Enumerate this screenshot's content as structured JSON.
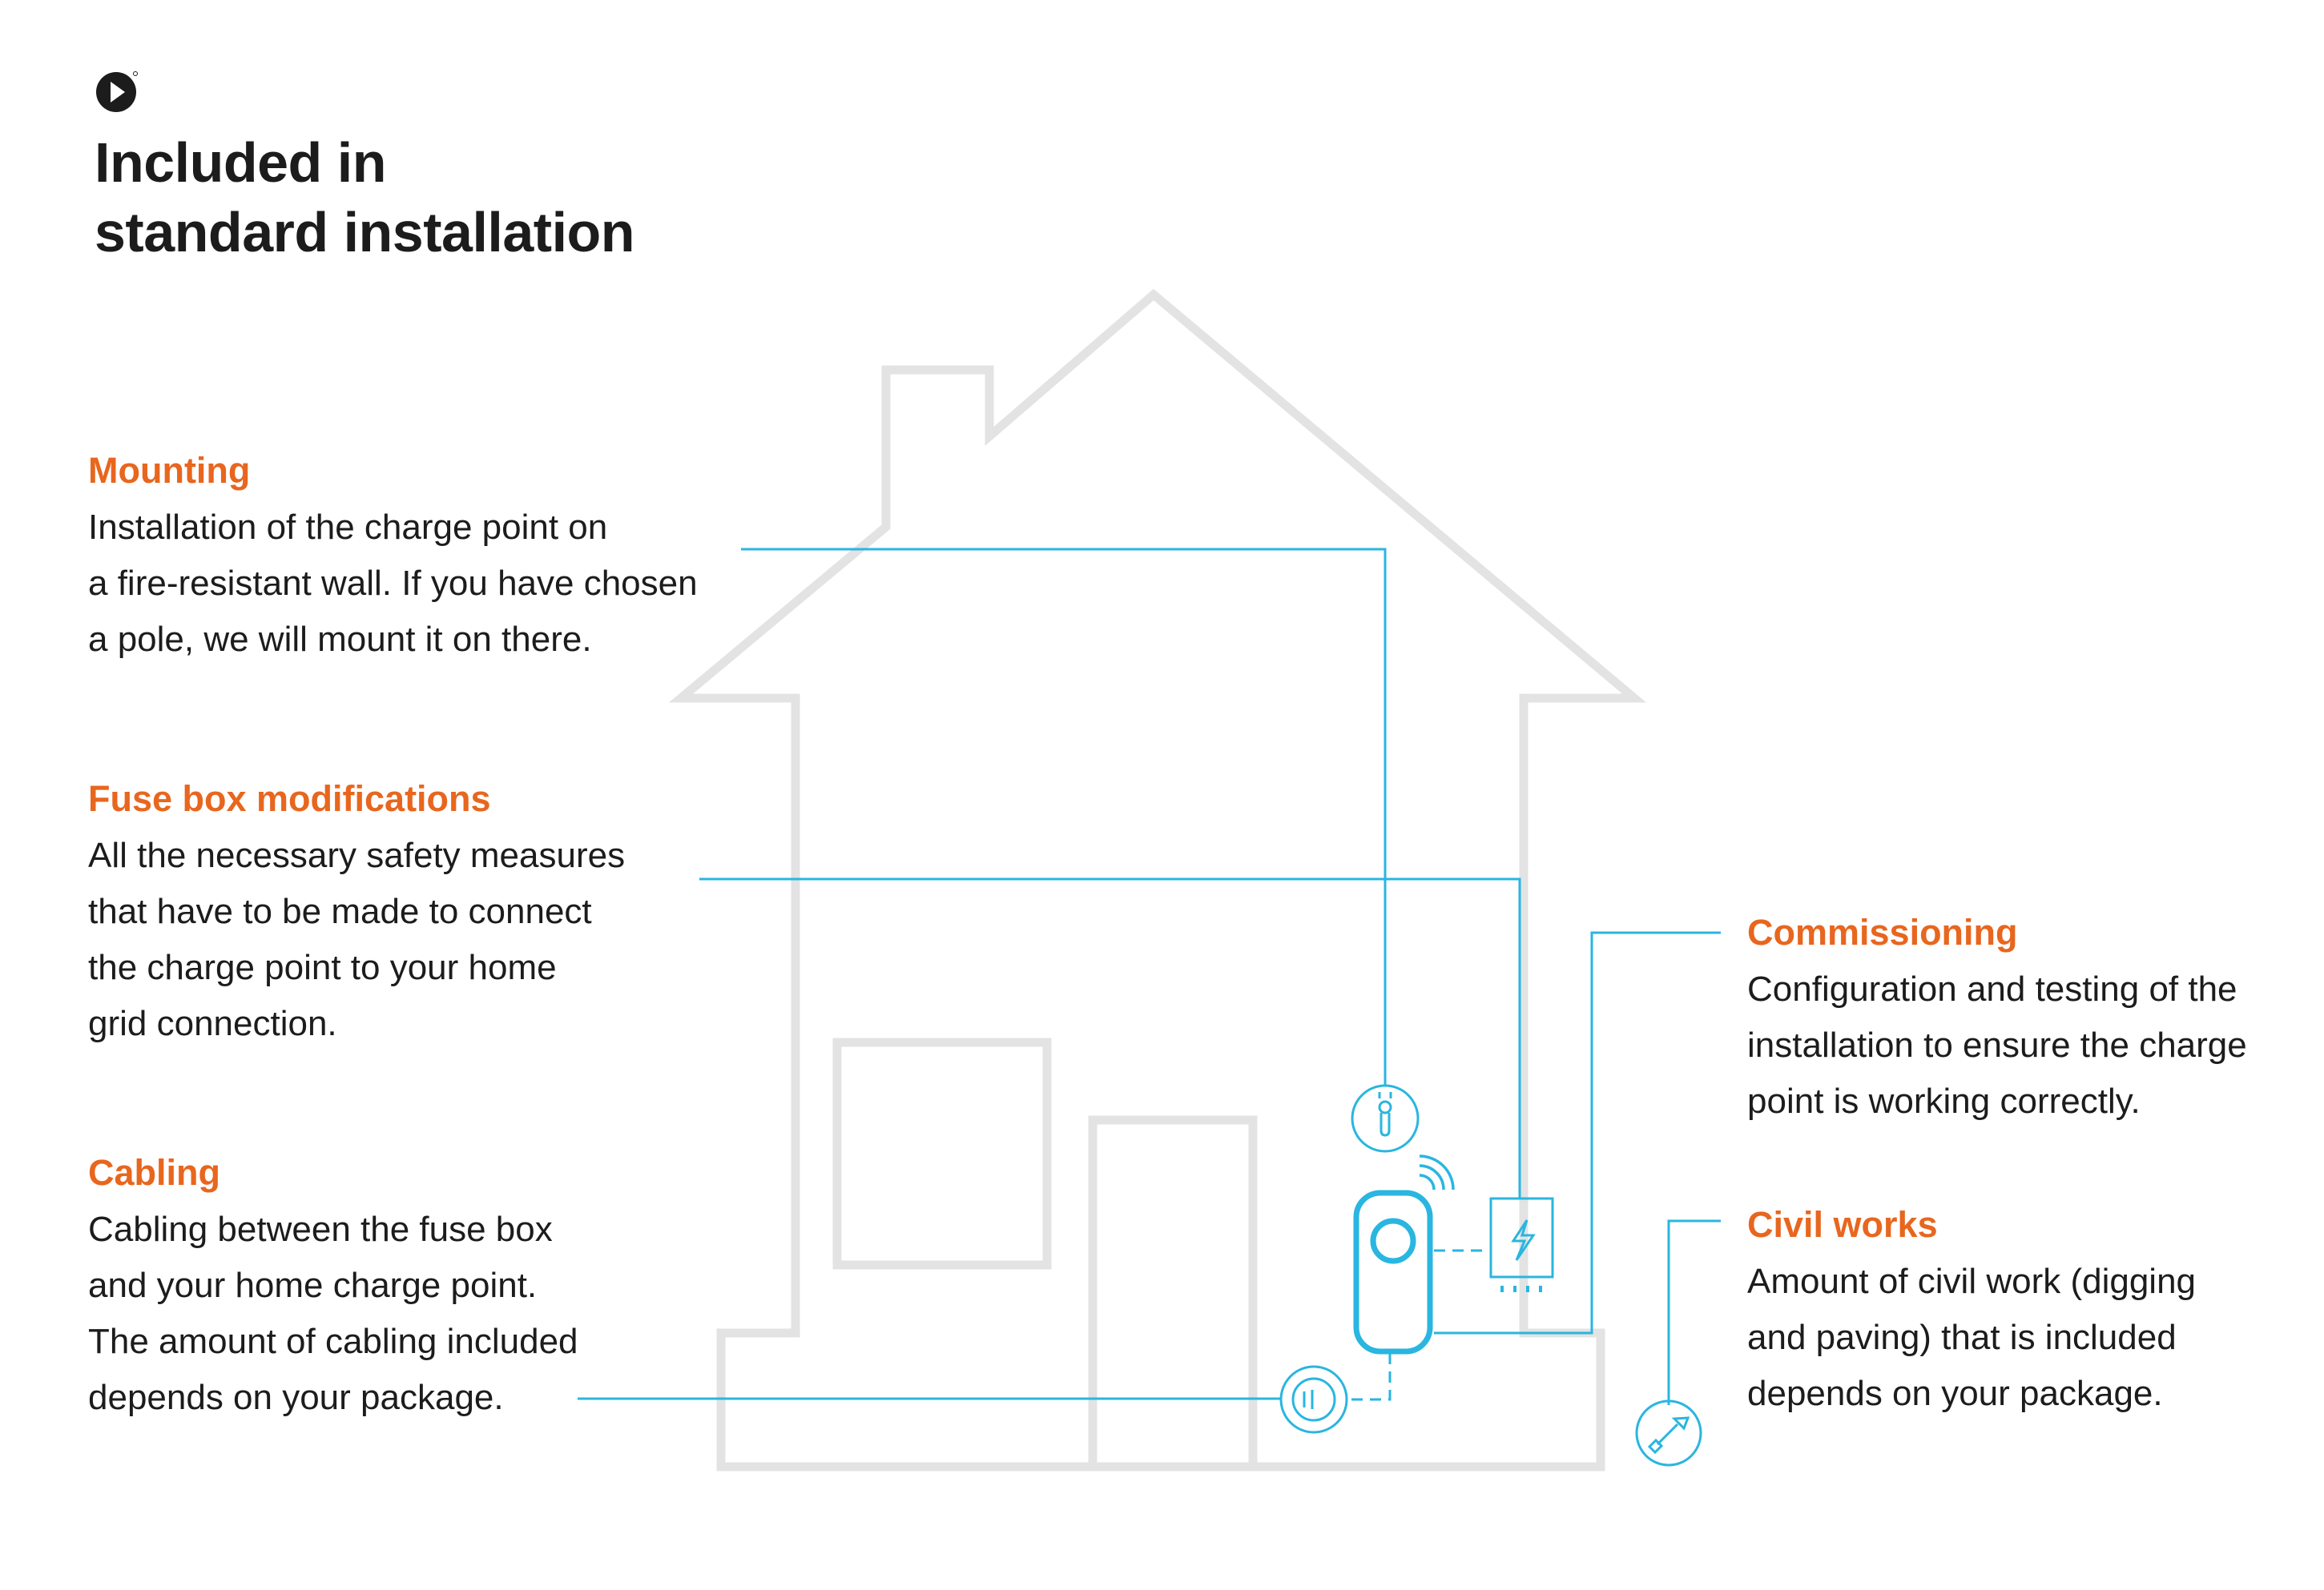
{
  "title": {
    "line1": "Included in",
    "line2": "standard installation"
  },
  "icons": {
    "logo": "play-circle-logo-icon",
    "mounting": "wrench-icon",
    "fuse_box": "lightning-bolt-icon",
    "charge_point": "charge-point-icon",
    "signal": "wifi-signal-icon",
    "cabling": "plug-cable-icon",
    "civil_works": "shovel-icon",
    "house": "house-outline"
  },
  "colors": {
    "accent_orange": "#e8661e",
    "line_blue": "#29b6e0",
    "house_gray": "#e3e3e3",
    "text": "#1c1c1c"
  },
  "sections": {
    "mounting": {
      "title": "Mounting",
      "lines": [
        "Installation of the charge point on",
        "a fire-resistant wall. If you have chosen",
        "a pole, we will mount it on there."
      ]
    },
    "fuse_box": {
      "title": "Fuse box modifications",
      "lines": [
        "All the necessary safety measures",
        "that have to be made to connect",
        "the charge point to your home",
        "grid connection."
      ]
    },
    "cabling": {
      "title": "Cabling",
      "lines": [
        "Cabling between the fuse box",
        "and your home charge point.",
        "The amount of cabling included",
        "depends on your package."
      ]
    },
    "commissioning": {
      "title": "Commissioning",
      "lines": [
        "Configuration and testing of the",
        "installation to ensure the charge",
        "point is working correctly."
      ]
    },
    "civil_works": {
      "title": "Civil works",
      "lines": [
        "Amount of civil work (digging",
        "and paving) that is included",
        "depends on your package."
      ]
    }
  }
}
